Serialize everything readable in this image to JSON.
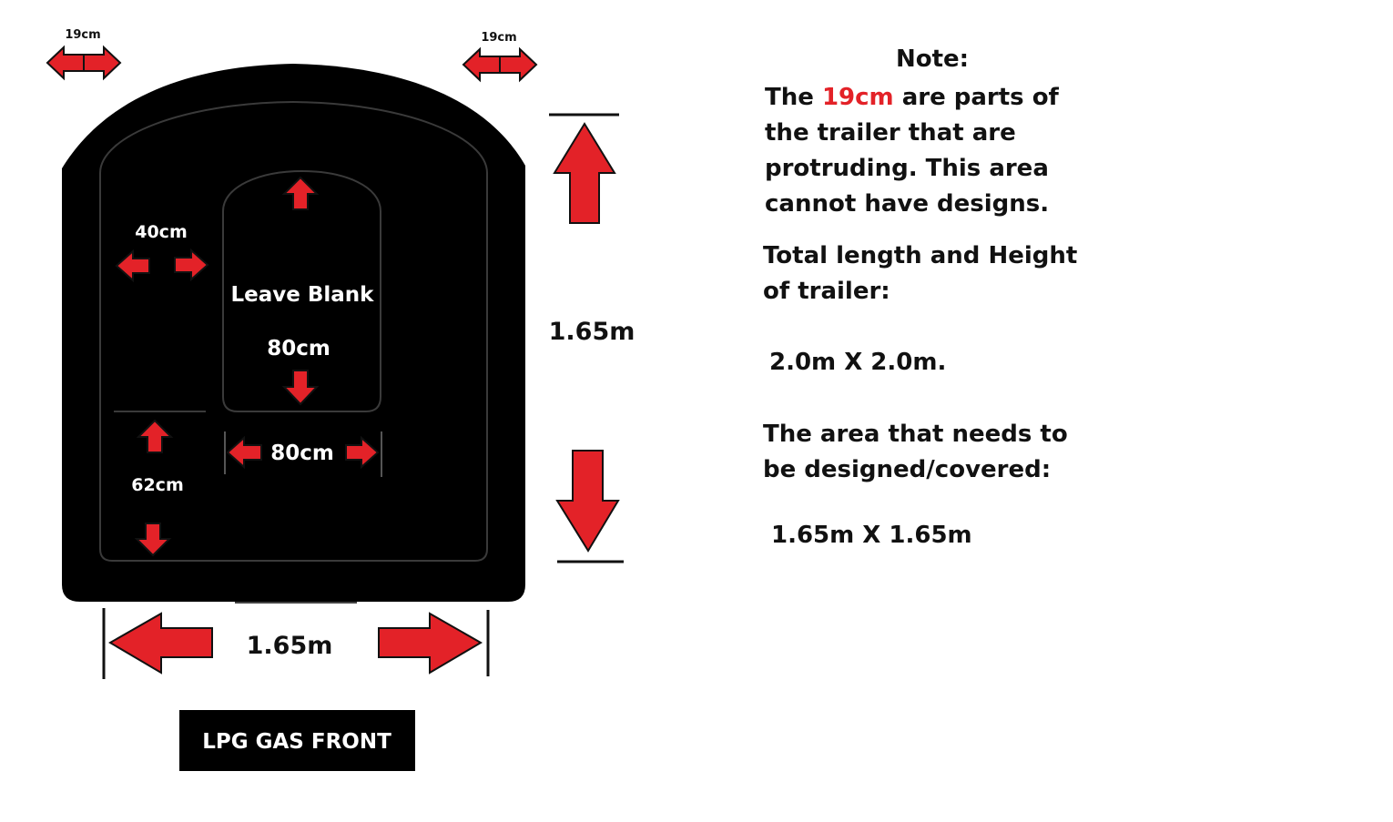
{
  "colors": {
    "accent_red": "#e32228",
    "trailer_black": "#000000",
    "outline_gray": "#3a3a3a",
    "text_dark": "#111111"
  },
  "diagram": {
    "protrusion_left_label": "19cm",
    "protrusion_right_label": "19cm",
    "side_margin_label": "40cm",
    "blank_area_label": "Leave Blank",
    "blank_height_label": "80cm",
    "blank_width_label": "80cm",
    "lower_left_label": "62cm",
    "width_label": "1.65m",
    "height_label": "1.65m",
    "title": "LPG GAS FRONT"
  },
  "note": {
    "heading": "Note:",
    "line_prefix": "The",
    "highlight": "19cm",
    "line_suffix": "are parts of the trailer that are protruding. This area cannot have designs.",
    "total_label": "Total length and Height of trailer:",
    "total_value": "2.0m X 2.0m.",
    "area_label": "The area that needs to be designed/covered:",
    "area_value": "1.65m X 1.65m"
  }
}
